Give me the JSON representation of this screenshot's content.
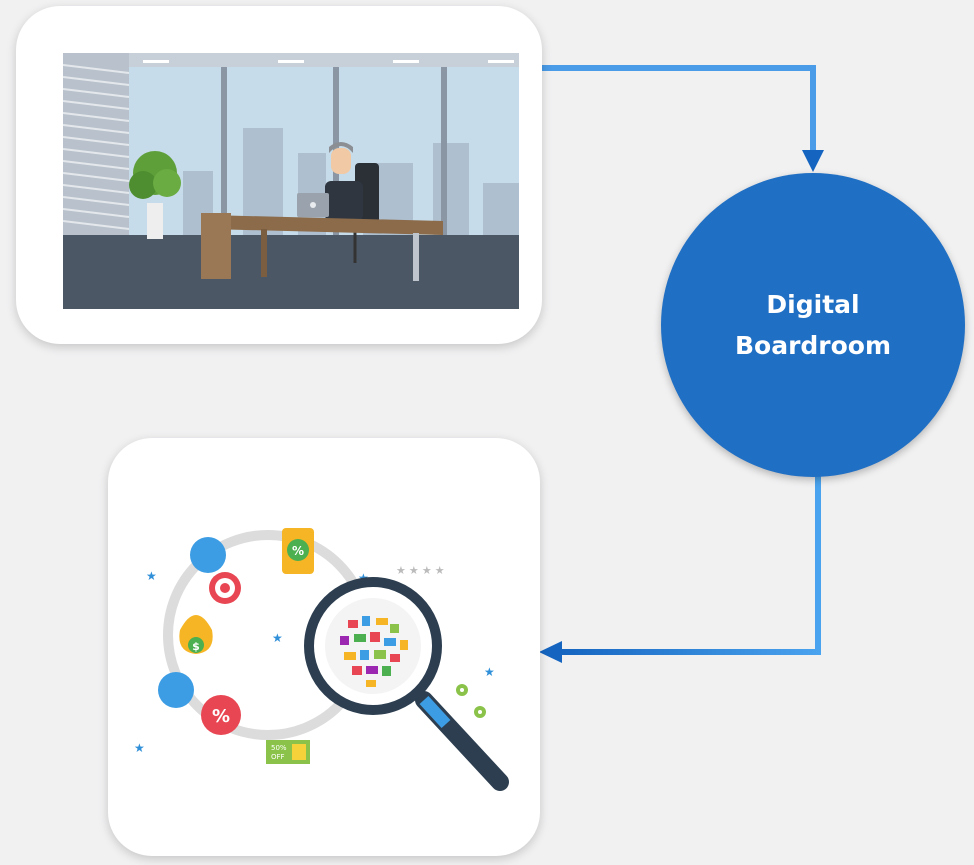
{
  "node": {
    "line1": "Digital",
    "line2": "Boardroom",
    "color": "#1f6fc4"
  },
  "images": {
    "top": "office-scene",
    "bottom": "search-analytics-infographic"
  },
  "connector_color": "#4a9be8",
  "badge": {
    "line1": "50%",
    "line2": "OFF"
  }
}
